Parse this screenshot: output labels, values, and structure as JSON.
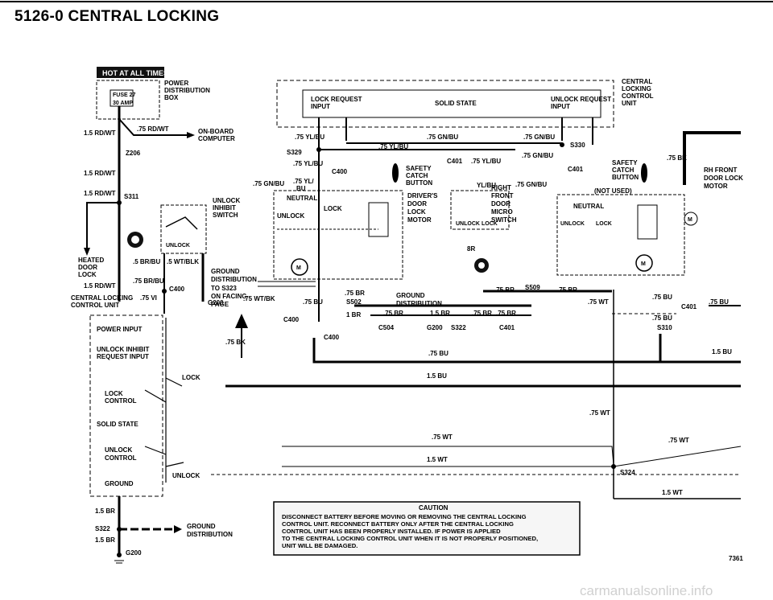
{
  "header": {
    "title": "5126-0   CENTRAL LOCKING"
  },
  "diagram": {
    "hot_at_all_times": "HOT AT ALL TIMES",
    "power_distribution": [
      "POWER",
      "DISTRIBUTION",
      "BOX"
    ],
    "fuse": [
      "FUSE 27",
      "30 AMP"
    ],
    "on_board_computer": [
      "ON-BOARD",
      "COMPUTER"
    ],
    "central_locking_control_unit_top": [
      "CENTRAL",
      "LOCKING",
      "CONTROL",
      "UNIT"
    ],
    "lock_request_input": [
      "LOCK REQUEST",
      "INPUT"
    ],
    "solid_state": "SOLID STATE",
    "unlock_request_input": [
      "UNLOCK REQUEST",
      "INPUT"
    ],
    "heated_door_lock": [
      "HEATED",
      "DOOR",
      "LOCK"
    ],
    "unlock_inhibit_switch": [
      "UNLOCK",
      "INHIBIT",
      "SWITCH"
    ],
    "ground_distribution_to_s323": [
      "GROUND",
      "DISTRIBUTION",
      "TO S323",
      "ON FACING",
      "PAGE"
    ],
    "safety_catch_button": [
      "SAFETY",
      "CATCH",
      "BUTTON"
    ],
    "drivers_door_lock_motor": [
      "DRIVER'S",
      "DOOR",
      "LOCK",
      "MOTOR"
    ],
    "right_front_door_micro_switch": [
      "RIGHT",
      "FRONT",
      "DOOR",
      "MICRO",
      "SWITCH"
    ],
    "safety_catch_button_right": [
      "SAFETY",
      "CATCH",
      "BUTTON",
      "(NOT USED)"
    ],
    "rh_front_door_lock_motor": [
      "RH FRONT",
      "DOOR LOCK",
      "MOTOR"
    ],
    "neutral": "NEUTRAL",
    "lock": "LOCK",
    "unlock": "UNLOCK",
    "central_locking_control_unit_left": [
      "CENTRAL LOCKING",
      "CONTROL UNIT"
    ],
    "cu_internal": {
      "power_input": "POWER INPUT",
      "unlock_inhibit_request_input": [
        "UNLOCK INHIBIT",
        "REQUEST INPUT"
      ],
      "lock": "LOCK",
      "lock_control": [
        "LOCK",
        "CONTROL"
      ],
      "solid_state": "SOLID STATE",
      "unlock_control": [
        "UNLOCK",
        "CONTROL"
      ],
      "unlock": "UNLOCK",
      "ground": "GROUND"
    },
    "ground_distribution_center": [
      "GROUND",
      "DISTRIBUTION"
    ],
    "ground_distribution_bottom": [
      "GROUND",
      "DISTRIBUTION"
    ],
    "connectors": {
      "s311": "S311",
      "s329": "S329",
      "s330": "S330",
      "s509": "S509",
      "s502": "S502",
      "s322_mid": "S322",
      "s310": "S310",
      "s324": "S324",
      "s322_bottom": "S322",
      "g200_a": "G200",
      "g200_b": "G200",
      "g200_c": "G200",
      "c400_a": "C400",
      "c400_b": "C400",
      "c400_c": "C400",
      "c400_d": "C400",
      "c401_a": "C401",
      "c401_b": "C401",
      "c401_c": "C401",
      "c401_d": "C401",
      "c504": "C504",
      "z206": "Z206"
    },
    "wires": {
      "rdwt_1": "1.5 RD/WT",
      "rdwt_075": ".75 RD/WT",
      "rdwt_2": "1.5 RD/WT",
      "rdwt_3": "1.5 RD/WT",
      "rdwt_4": "1.5 RD/WT",
      "ylbu_1": ".75 YL/BU",
      "ylbu_2": ".75 YL/BU",
      "ylbu_3": ".75 YL/BU",
      "ylbu_4": ".75 YL/BU",
      "gnbu_1": ".75 GN/BU",
      "gnbu_2": ".75 GN/BU",
      "gnbu_3": ".75 GN/BU",
      "gnbu_4": ".75 GN/BU",
      "gnbu_5": ".75 GN/BU",
      "yl": ".75 YL/",
      "bu": "BU",
      "ylbu_short": "YL/BU",
      "brbu_1": ".5 BR/BU",
      "wtblk": ".5 WT/BLK",
      "brbu_2": ".75 BR/BU",
      "vi": ".75 VI",
      "wtbk": ".75 WT/BK",
      "bk_1": ".75 BK",
      "bk_2": ".75 BK",
      "bu_1": ".75 BU",
      "bu_2": ".75 BU",
      "bu_3": ".75 BU",
      "bu_4": ".75 BU",
      "bu_5": ".75 BU",
      "bu_6": "1.5 BU",
      "bu_7": "1.5 BU",
      "br_1": ".75 BR",
      "br_2": "1 BR",
      "br_3": ".75 BR",
      "br_4": "1.5 BR",
      "br_5": ".75 BR",
      "br_6": ".75 BR",
      "br_7": ".75 BR",
      "br_8": ".75 BR",
      "br_9": "8R",
      "br_10": "1.5 BR",
      "br_11": "1.5 BR",
      "wt_1": ".75 WT",
      "wt_2": ".75 WT",
      "wt_3": ".75 WT",
      "wt_4": "1.5 WT",
      "wt_5": ".75 WT",
      "wt_6": "1.5 WT"
    },
    "caution": {
      "title": "CAUTION",
      "lines": [
        "DISCONNECT BATTERY BEFORE MOVING OR REMOVING THE CENTRAL LOCKING",
        "CONTROL UNIT.  RECONNECT BATTERY ONLY AFTER THE CENTRAL LOCKING",
        "CONTROL UNIT HAS BEEN PROPERLY INSTALLED.  IF POWER IS APPLIED",
        "TO THE CENTRAL LOCKING CONTROL UNIT WHEN IT IS NOT PROPERLY POSITIONED,",
        "UNIT WILL BE DAMAGED."
      ]
    },
    "page_number": "7361",
    "watermark": "carmanualsonline.info"
  }
}
